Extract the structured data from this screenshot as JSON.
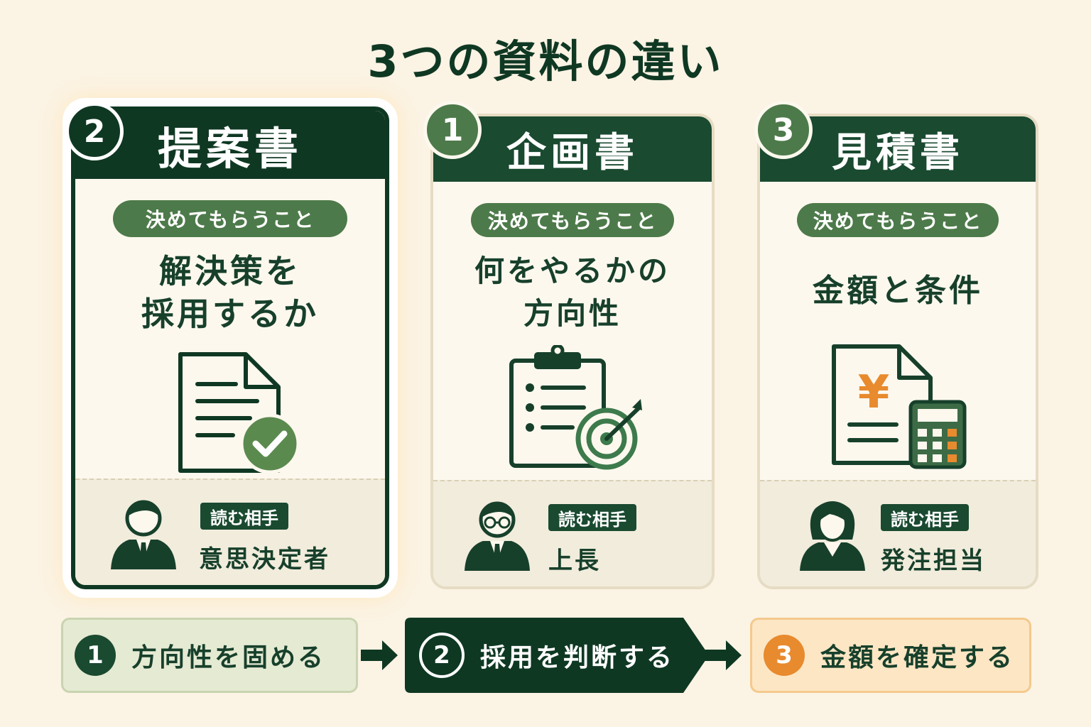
{
  "title": "3つの資料の違い",
  "cards": [
    {
      "badge": "2",
      "name": "提案書",
      "pill": "決めてもらうこと",
      "line1": "解決策を",
      "line2": "採用するか",
      "icon": "document-check-icon",
      "reader_label": "読む相手",
      "reader": "意思決定者",
      "highlighted": true
    },
    {
      "badge": "1",
      "name": "企画書",
      "pill": "決めてもらうこと",
      "line1": "何をやるかの",
      "line2": "方向性",
      "icon": "clipboard-target-icon",
      "reader_label": "読む相手",
      "reader": "上長"
    },
    {
      "badge": "3",
      "name": "見積書",
      "pill": "決めてもらうこと",
      "line1": "金額と条件",
      "icon": "invoice-calculator-icon",
      "reader_label": "読む相手",
      "reader": "発注担当"
    }
  ],
  "flow": [
    {
      "num": "1",
      "label": "方向性を固める"
    },
    {
      "num": "2",
      "label": "採用を判断する"
    },
    {
      "num": "3",
      "label": "金額を確定する"
    }
  ],
  "icons": {
    "yen": "¥"
  },
  "colors": {
    "dark_green": "#0f3823",
    "mid_green": "#4d7a4a",
    "orange": "#e88a2e",
    "background": "#fbf3e4"
  }
}
